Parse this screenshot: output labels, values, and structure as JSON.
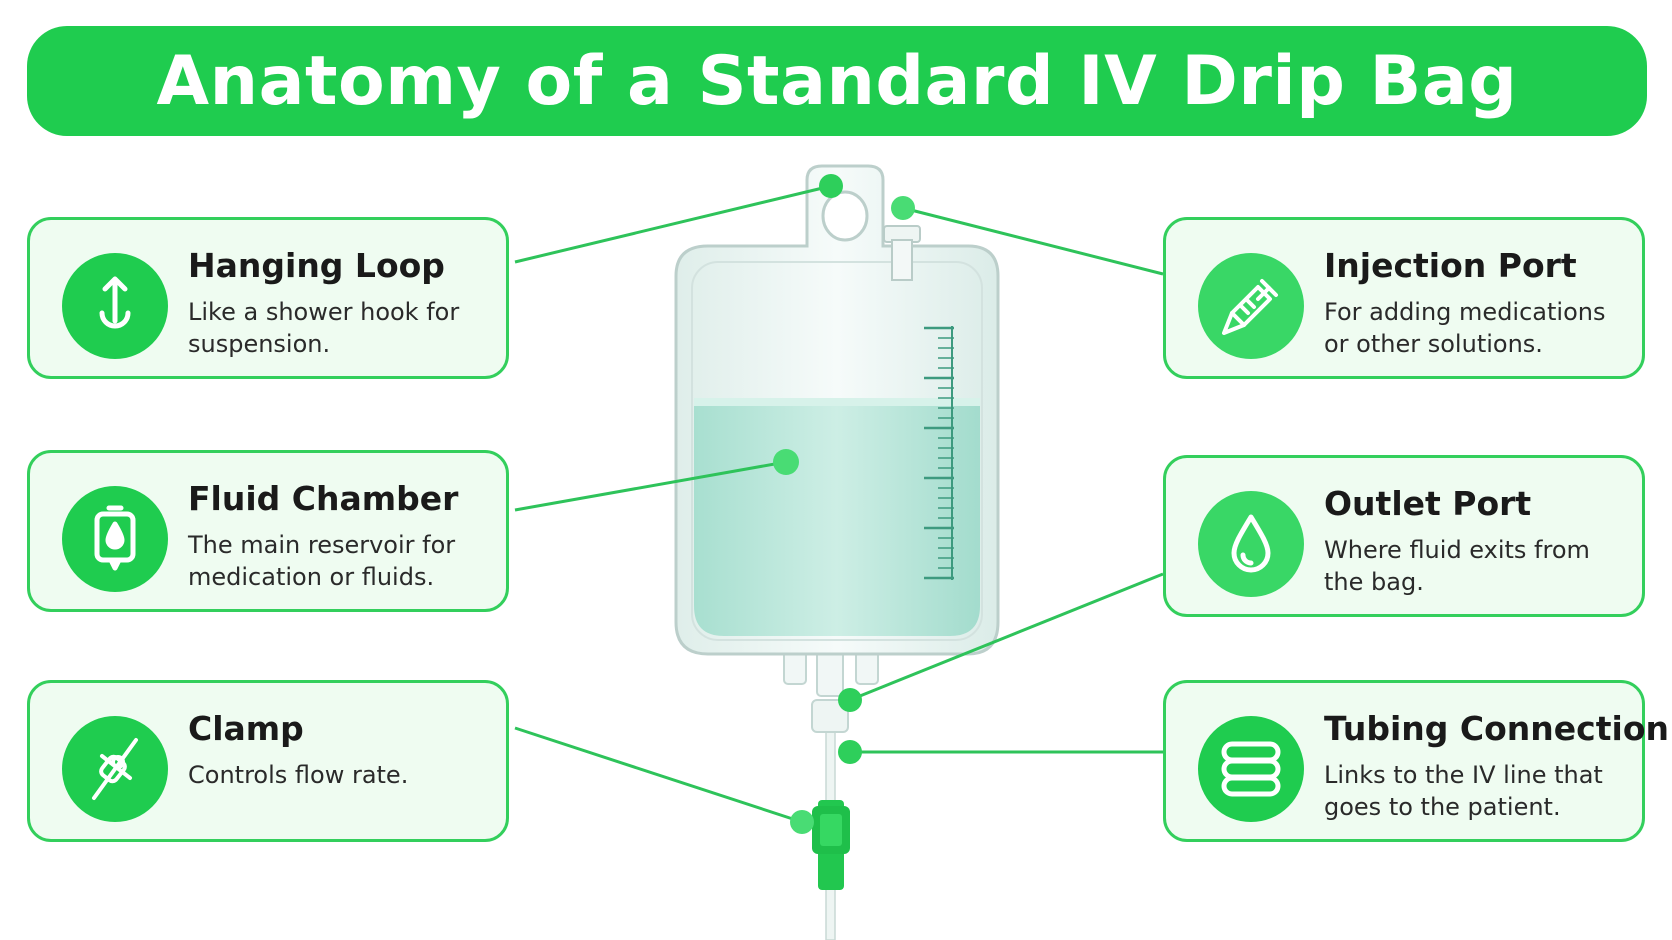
{
  "title": "Anatomy of a Standard IV Drip Bag",
  "colors": {
    "accent": "#1fcc4f",
    "card_fill": "#effcf1",
    "card_border": "#33cf5c",
    "leader_line": "#2ec35a",
    "fluid": "#bfe9df"
  },
  "parts": {
    "hanging_loop": {
      "title": "Hanging Loop",
      "description": "Like a shower hook for suspension.",
      "icon": "hook-icon"
    },
    "fluid_chamber": {
      "title": "Fluid Chamber",
      "description": "The main reservoir for medication or fluids.",
      "icon": "iv-bag-icon"
    },
    "clamp": {
      "title": "Clamp",
      "description": "Controls flow rate.",
      "icon": "clamp-icon"
    },
    "injection_port": {
      "title": "Injection Port",
      "description": "For adding medications or other solutions.",
      "icon": "syringe-icon"
    },
    "outlet_port": {
      "title": "Outlet Port",
      "description": "Where fluid exits from the bag.",
      "icon": "droplet-icon"
    },
    "tubing_connection": {
      "title": "Tubing Connection",
      "description": "Links to the IV line that goes to the patient.",
      "icon": "tubing-icon"
    }
  }
}
